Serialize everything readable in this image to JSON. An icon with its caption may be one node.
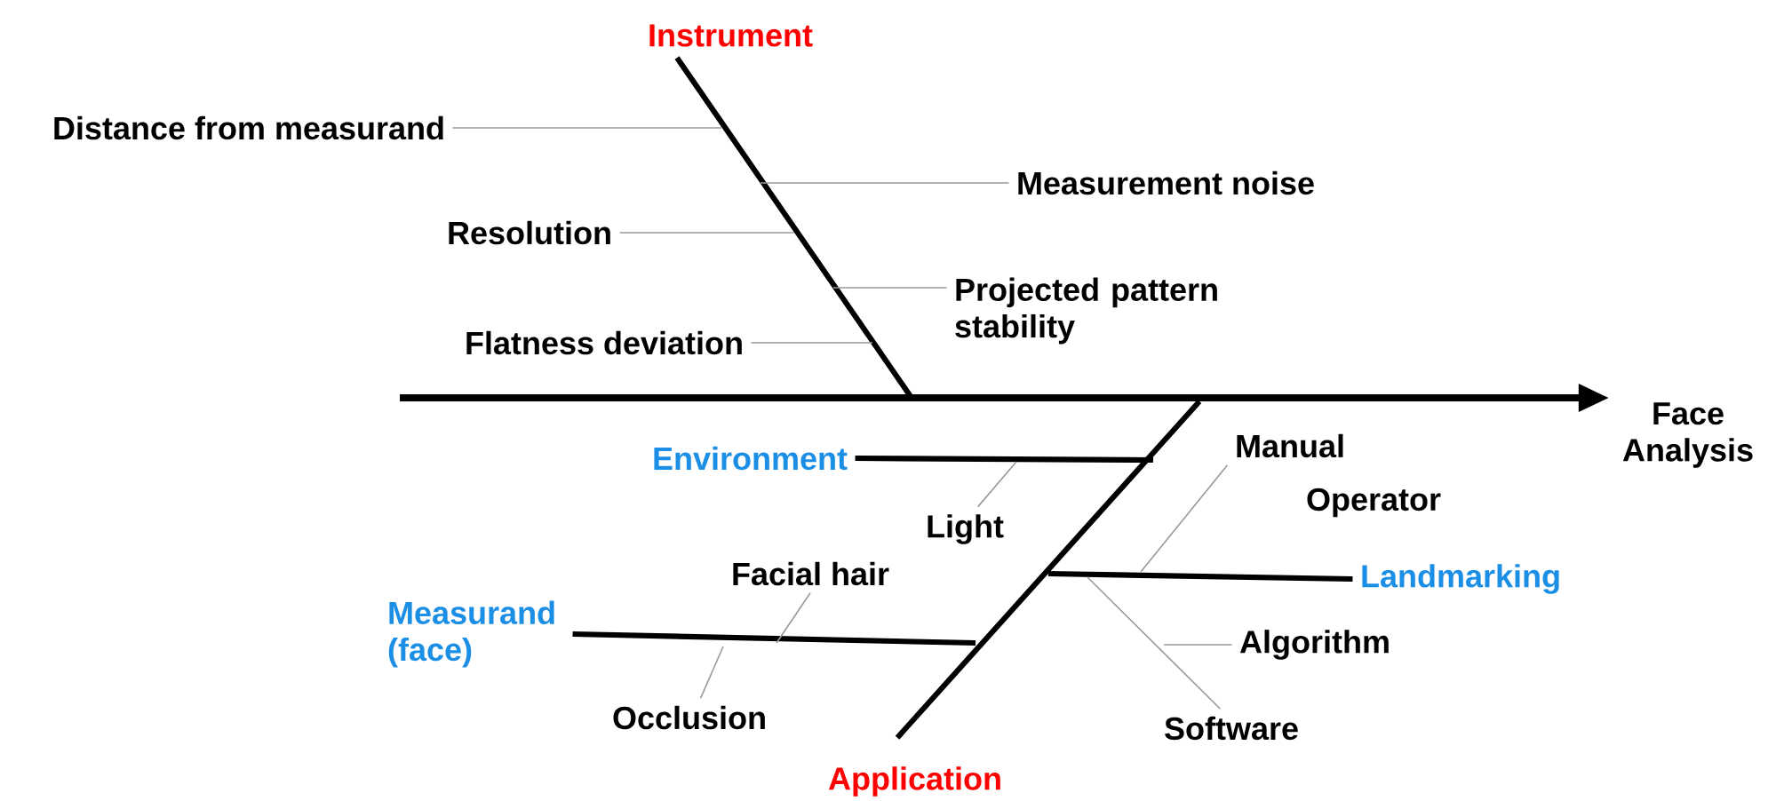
{
  "diagram": {
    "nodes": [
      {
        "text": [
          "Instrument"
        ]
      },
      {
        "text": [
          "Distance from measurand"
        ]
      },
      {
        "text": [
          "Measurement noise"
        ]
      },
      {
        "text": [
          "Resolution"
        ]
      },
      {
        "text": [
          "Projected pattern stability"
        ]
      },
      {
        "text": [
          "Flatness deviation"
        ]
      },
      {
        "text": [
          "Face Analysis"
        ]
      },
      {
        "text": [
          "Environment"
        ]
      },
      {
        "text": [
          "Manual"
        ]
      },
      {
        "text": [
          "Light"
        ]
      },
      {
        "text": [
          "Facial hair"
        ]
      },
      {
        "text": [
          "Landmarking"
        ]
      },
      {
        "text": [
          "Measurand (face)"
        ]
      },
      {
        "text": [
          "Algorithm"
        ]
      },
      {
        "text": [
          "Occlusion"
        ]
      },
      {
        "text": [
          "Software"
        ]
      },
      {
        "text": [
          "Application"
        ]
      }
    ],
    "edges": [
      {
        "from": null,
        "to": 6,
        "arrow": "to",
        "style": "thick",
        "color": "#000000"
      },
      {
        "from": 0,
        "to": null,
        "arrow": "none",
        "style": "thick",
        "color": "#000000"
      },
      {
        "from": 16,
        "to": null,
        "arrow": "none",
        "style": "thick",
        "color": "#000000"
      },
      {
        "from": 7,
        "to": null,
        "arrow": "none",
        "style": "thick",
        "color": "#000000"
      },
      {
        "from": 11,
        "to": null,
        "arrow": "none",
        "style": "thick",
        "color": "#000000"
      },
      {
        "from": 12,
        "to": null,
        "arrow": "none",
        "style": "thick",
        "color": "#000000"
      },
      {
        "from": 1,
        "to": null,
        "arrow": "none"
      },
      {
        "from": 2,
        "to": null,
        "arrow": "none"
      },
      {
        "from": 3,
        "to": null,
        "arrow": "none"
      },
      {
        "from": 4,
        "to": null,
        "arrow": "none"
      },
      {
        "from": 5,
        "to": null,
        "arrow": "none"
      },
      {
        "from": 9,
        "to": null,
        "arrow": "none"
      },
      {
        "from": 8,
        "to": null,
        "arrow": "none"
      },
      {
        "from": 13,
        "to": null,
        "arrow": "none"
      },
      {
        "from": 14,
        "to": null,
        "arrow": "none"
      },
      {
        "from": 10,
        "to": null,
        "arrow": "none"
      },
      {
        "from": 15,
        "to": null,
        "arrow": "none"
      }
    ],
    "labels": [
      "Operator"
    ]
  }
}
